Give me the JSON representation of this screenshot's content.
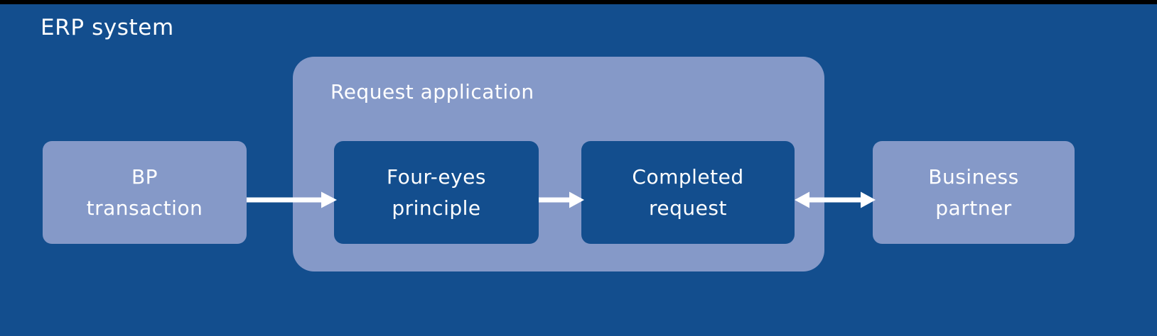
{
  "diagram": {
    "title": "ERP system",
    "colors": {
      "canvas_background": "#134e8e",
      "group_background": "#8599c8",
      "node_light": "#8599c8",
      "node_dark": "#134e8e",
      "text": "#ffffff",
      "arrow": "#ffffff",
      "top_bar": "#000000"
    },
    "group": {
      "label": "Request application"
    },
    "nodes": [
      {
        "id": "bp-transaction",
        "label": "BP\ntransaction",
        "style": "light"
      },
      {
        "id": "four-eyes",
        "label": "Four-eyes\nprinciple",
        "style": "dark"
      },
      {
        "id": "completed-request",
        "label": "Completed\nrequest",
        "style": "dark"
      },
      {
        "id": "business-partner",
        "label": "Business\npartner",
        "style": "light"
      }
    ],
    "arrows": [
      {
        "id": "bp-to-four-eyes",
        "from": "bp-transaction",
        "to": "four-eyes",
        "direction": "right"
      },
      {
        "id": "four-eyes-to-completed",
        "from": "four-eyes",
        "to": "completed-request",
        "direction": "right"
      },
      {
        "id": "completed-to-business",
        "from": "completed-request",
        "to": "business-partner",
        "direction": "both"
      }
    ]
  }
}
